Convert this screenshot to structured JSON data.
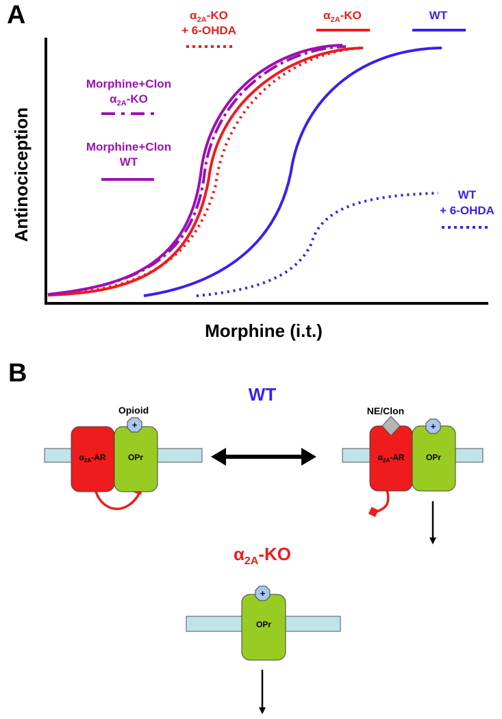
{
  "panel_a": {
    "label": "A",
    "xlabel": "Morphine (i.t.)",
    "ylabel": "Antinociception",
    "legend": {
      "ko_6ohda": {
        "alpha": "α",
        "sub": "2A",
        "rest": "-KO",
        "line2": "+ 6-OHDA"
      },
      "ko": {
        "alpha": "α",
        "sub": "2A",
        "rest": "-KO"
      },
      "wt": "WT",
      "morph_clon_ko": {
        "line1": "Morphine+Clon",
        "alpha": "α",
        "sub": "2A",
        "rest": "-KO"
      },
      "morph_clon_wt": {
        "line1": "Morphine+Clon",
        "line2": "WT"
      },
      "wt_6ohda": {
        "line1": "WT",
        "line2": "+ 6-OHDA"
      }
    },
    "colors": {
      "red": "#ee1c1c",
      "blue": "#3a1ff0",
      "purple": "#9b12b0"
    }
  },
  "panel_b": {
    "label": "B",
    "wt_title": "WT",
    "ko_title": {
      "alpha": "α",
      "sub": "2A",
      "rest": "-KO"
    },
    "opioid_label": "Opioid",
    "ne_clon_label": "NE/Clon",
    "plus": "+",
    "receptor_a2a": {
      "alpha": "α",
      "sub": "2A",
      "rest": "-AR"
    },
    "receptor_opr": "OPr",
    "colors": {
      "membrane": "#bfe3e8",
      "a2a": "#ee1c1c",
      "opr": "#99cc22",
      "ligand": "#a9c8f0",
      "agonist": "#b5b5b5"
    }
  }
}
